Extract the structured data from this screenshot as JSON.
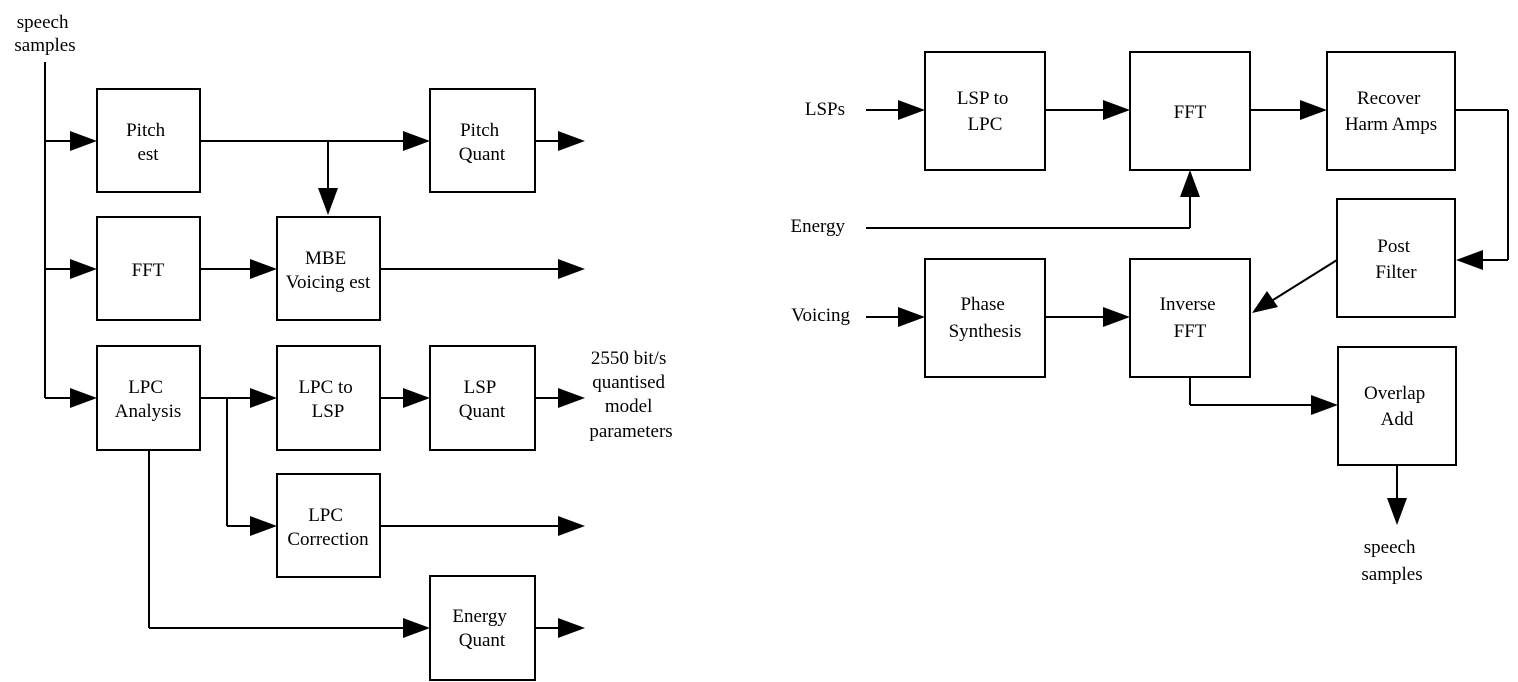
{
  "encoder": {
    "input_label": [
      "speech",
      "samples"
    ],
    "blocks": {
      "pitch_est": [
        "Pitch",
        "est"
      ],
      "pitch_quant": [
        "Pitch",
        "Quant"
      ],
      "fft": [
        "FFT"
      ],
      "mbe_voicing_est": [
        "MBE",
        "Voicing est"
      ],
      "lpc_analysis": [
        "LPC",
        "Analysis"
      ],
      "lpc_to_lsp": [
        "LPC to",
        "LSP"
      ],
      "lsp_quant": [
        "LSP",
        "Quant"
      ],
      "lpc_correction": [
        "LPC",
        "Correction"
      ],
      "energy_quant": [
        "Energy",
        "Quant"
      ]
    },
    "output_note": [
      "2550 bit/s",
      "quantised",
      "model",
      "parameters"
    ]
  },
  "decoder": {
    "inputs": {
      "lsps": "LSPs",
      "energy": "Energy",
      "voicing": "Voicing"
    },
    "blocks": {
      "lsp_to_lpc": [
        "LSP to",
        "LPC"
      ],
      "fft": [
        "FFT"
      ],
      "recover_harm_amps": [
        "Recover",
        "Harm Amps"
      ],
      "post_filter": [
        "Post",
        "Filter"
      ],
      "phase_synthesis": [
        "Phase",
        "Synthesis"
      ],
      "inverse_fft": [
        "Inverse",
        "FFT"
      ],
      "overlap_add": [
        "Overlap",
        "Add"
      ]
    },
    "output_label": [
      "speech",
      "samples"
    ]
  }
}
